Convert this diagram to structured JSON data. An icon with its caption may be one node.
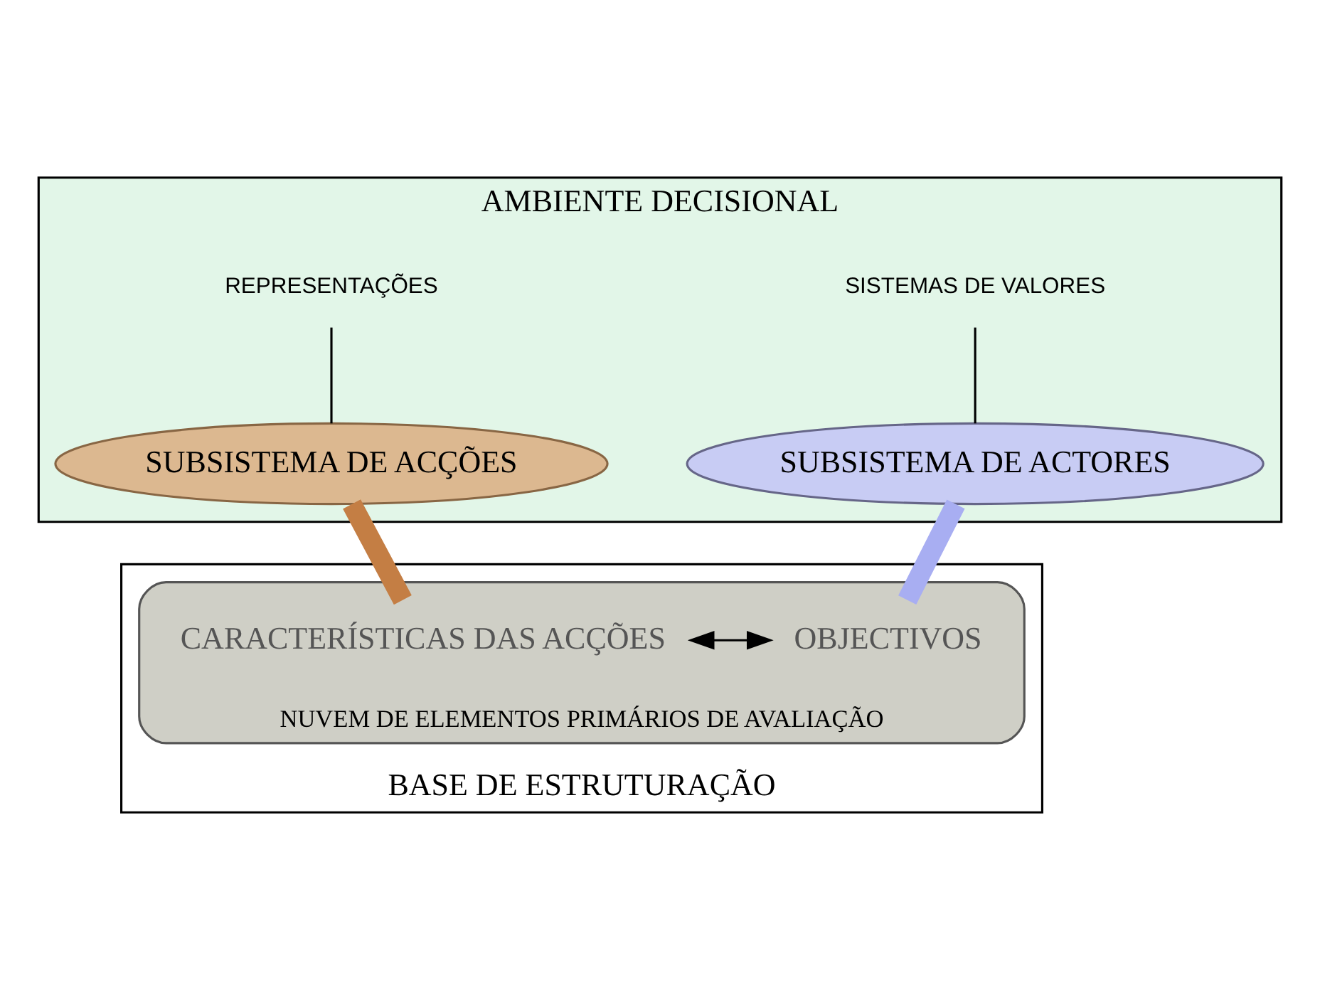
{
  "diagram": {
    "nodes": [
      {
        "text": [
          "AMBIENTE DECISIONAL"
        ]
      },
      {
        "text": [
          "SUBSISTEMA DE ACTORES"
        ],
        "in": 0
      },
      {
        "text": [
          "SUBSISTEMA DE ACÇÕES"
        ],
        "in": 0
      },
      {
        "text": [
          "SISTEMAS DE VALORES"
        ],
        "in": 0
      },
      {
        "text": [
          "REPRESENTAÇÕES"
        ],
        "in": 0
      },
      {
        "text": [
          "BASE DE ESTRUTURAÇÃO"
        ]
      },
      {
        "text": [],
        "shape": "cloud",
        "beside": [
          "NUVEM DE ELEMENTOS PRIMÁRIOS DE AVALIAÇÃO"
        ],
        "in": 5
      },
      {
        "text": [
          "OBJECTIVOS"
        ],
        "in": 6
      },
      {
        "text": [
          "CARACTERÍSTICAS DAS ACÇÕES"
        ],
        "in": 6
      }
    ],
    "edges": [
      {
        "from": 3,
        "to": 1,
        "arrow": "none"
      },
      {
        "from": 4,
        "to": 2,
        "arrow": "none"
      },
      {
        "from": 1,
        "to": 7,
        "arrow": "none",
        "style": "thick",
        "color": "#a8aef2"
      },
      {
        "from": 2,
        "to": 8,
        "arrow": "none",
        "style": "thick",
        "color": "#c47e44"
      },
      {
        "from": 7,
        "to": 8,
        "arrow": "both"
      }
    ]
  }
}
